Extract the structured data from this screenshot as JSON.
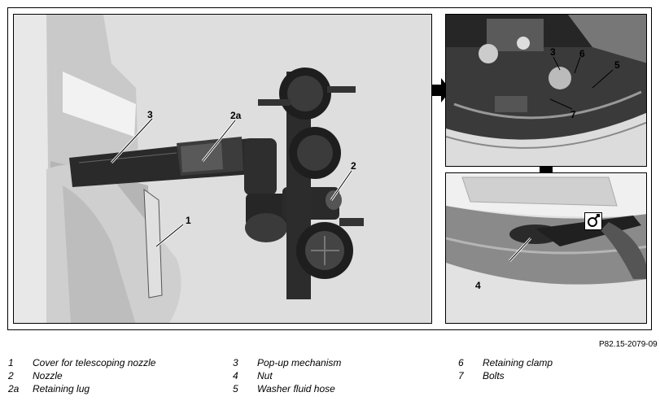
{
  "figure_ref": "P82.15-2079-09",
  "callouts": {
    "main": [
      "3",
      "2a",
      "2",
      "1"
    ],
    "top_right": [
      "3",
      "6",
      "5",
      "7"
    ],
    "bottom_right": [
      "4"
    ]
  },
  "legend": [
    {
      "num": "1",
      "text": "Cover for telescoping nozzle"
    },
    {
      "num": "2",
      "text": "Nozzle"
    },
    {
      "num": "2a",
      "text": "Retaining lug"
    },
    {
      "num": "3",
      "text": "Pop-up mechanism"
    },
    {
      "num": "4",
      "text": "Nut"
    },
    {
      "num": "5",
      "text": "Washer fluid hose"
    },
    {
      "num": "6",
      "text": "Retaining clamp"
    },
    {
      "num": "7",
      "text": "Bolts"
    }
  ],
  "icons": [
    "right-arrow-icon",
    "down-arrow-icon",
    "wrench-tool-icon"
  ]
}
